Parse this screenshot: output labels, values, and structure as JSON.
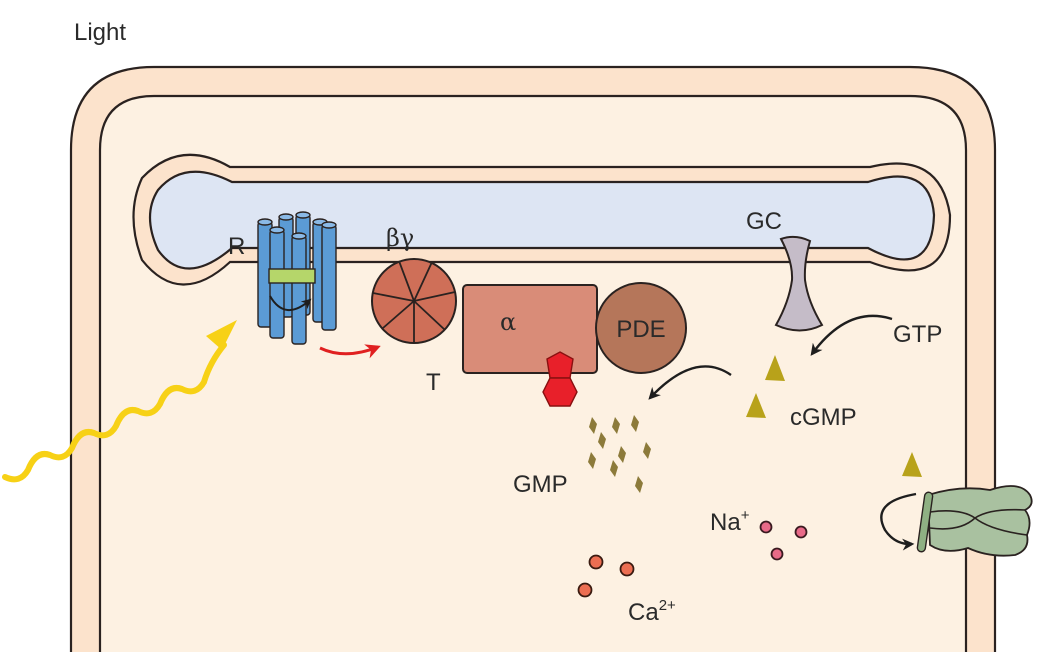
{
  "diagram": {
    "title_label": "Light",
    "labels": {
      "receptor": "R",
      "beta_gamma": "βγ",
      "transducin": "T",
      "alpha": "α",
      "pde": "PDE",
      "gc": "GC",
      "gtp": "GTP",
      "cgmp": "cGMP",
      "gmp": "GMP",
      "na": "Na",
      "na_charge": "+",
      "ca": "Ca",
      "ca_charge": "2+"
    },
    "colors": {
      "outer_membrane": "#fce3cc",
      "cytoplasm": "#fdf1e2",
      "disc_lumen": "#dde5f3",
      "rhodopsin": "#5b9bd5",
      "retinal_band": "#b5d66a",
      "beta_gamma": "#cf6f58",
      "alpha": "#d98c78",
      "pde": "#b5765a",
      "gdp_gtp_hex": "#e8202a",
      "gc": "#c5bcc8",
      "cgmp": "#b8a21a",
      "gmp": "#8c7a3a",
      "channel": "#a9c1a0",
      "na_ion": "#e86a88",
      "ca_ion": "#ec6e52",
      "light_wave": "#f7d116",
      "activation_arrow": "#e02020"
    }
  }
}
